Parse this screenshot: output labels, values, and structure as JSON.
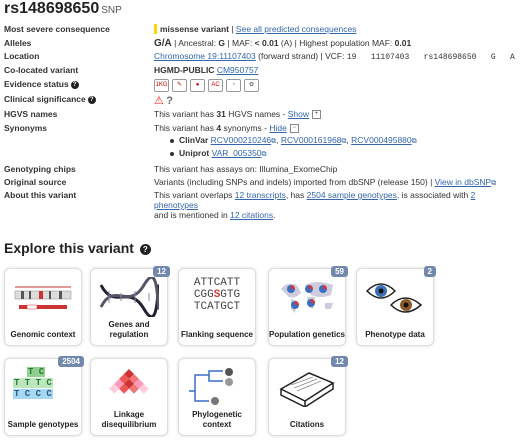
{
  "header": {
    "id": "rs148698650",
    "type": "SNP"
  },
  "labels": {
    "severe": "Most severe consequence",
    "alleles": "Alleles",
    "location": "Location",
    "colocated": "Co-located variant",
    "evidence": "Evidence status",
    "clinical": "Clinical significance",
    "hgvs": "HGVS names",
    "synonyms": "Synonyms",
    "chips": "Genotyping chips",
    "source": "Original source",
    "about": "About this variant"
  },
  "severe": {
    "value": "missense variant",
    "link": "See all predicted consequences"
  },
  "alleles": {
    "value": "G/A",
    "ancestral_label": "Ancestral:",
    "ancestral": "G",
    "maf_label": "MAF:",
    "maf": "< 0.01",
    "maf_allele": "(A)",
    "highest_label": "Highest population MAF:",
    "highest": "0.01"
  },
  "location": {
    "link": "Chromosome 19:11107403",
    "strand": "(forward strand)",
    "vcf_label": "VCF:",
    "vcf": "19   11107403   rs148698650   G   A"
  },
  "colocated": {
    "source": "HGMD-PUBLIC",
    "id": "CM950757"
  },
  "evidence_icons": [
    "1KG",
    "cited",
    "ESP",
    "AC",
    "frequency",
    "phenotype"
  ],
  "hgvs": {
    "prefix": "This variant has",
    "count": "31",
    "suffix": "HGVS names -",
    "show": "Show"
  },
  "synonyms": {
    "prefix": "This variant has",
    "count": "4",
    "suffix": "synonyms -",
    "hide": "Hide",
    "clinvar_label": "ClinVar",
    "clinvar": [
      "RCV000210246",
      "RCV000161968",
      "RCV000495880"
    ],
    "uniprot_label": "Uniprot",
    "uniprot": "VAR_005350"
  },
  "chips": "This variant has assays on: Illumina_ExomeChip",
  "source": {
    "text": "Variants (including SNPs and indels) imported from dbSNP (release 150)",
    "link": "View in dbSNP"
  },
  "about": {
    "t1": "This variant overlaps",
    "l1": "12 transcripts",
    "t2": ", has",
    "l2": "2504 sample genotypes",
    "t3": ", is associated with",
    "l3": "2 phenotypes",
    "t4": "and is mentioned in",
    "l4": "12 citations",
    "t5": "."
  },
  "explore": {
    "title": "Explore this variant"
  },
  "tiles": [
    {
      "label": "Genomic context",
      "badge": ""
    },
    {
      "label": "Genes and regulation",
      "badge": "12"
    },
    {
      "label": "Flanking sequence",
      "badge": ""
    },
    {
      "label": "Population genetics",
      "badge": "59"
    },
    {
      "label": "Phenotype data",
      "badge": "2"
    },
    {
      "label": "Sample genotypes",
      "badge": "2504"
    },
    {
      "label": "Linkage disequilibrium",
      "badge": ""
    },
    {
      "label": "Phylogenetic context",
      "badge": ""
    },
    {
      "label": "Citations",
      "badge": "12"
    }
  ],
  "flanking": {
    "l1": "ATTCATT",
    "l2a": "CGG",
    "l2b": "S",
    "l2c": "GTG",
    "l3": "TCATGCT"
  },
  "genotypes": {
    "r1": "T C",
    "r2": "T T T C",
    "r3": "T C C C"
  },
  "colors": {
    "link": "#3366aa",
    "badge": "#7388ad",
    "severity": "#ffd700"
  }
}
